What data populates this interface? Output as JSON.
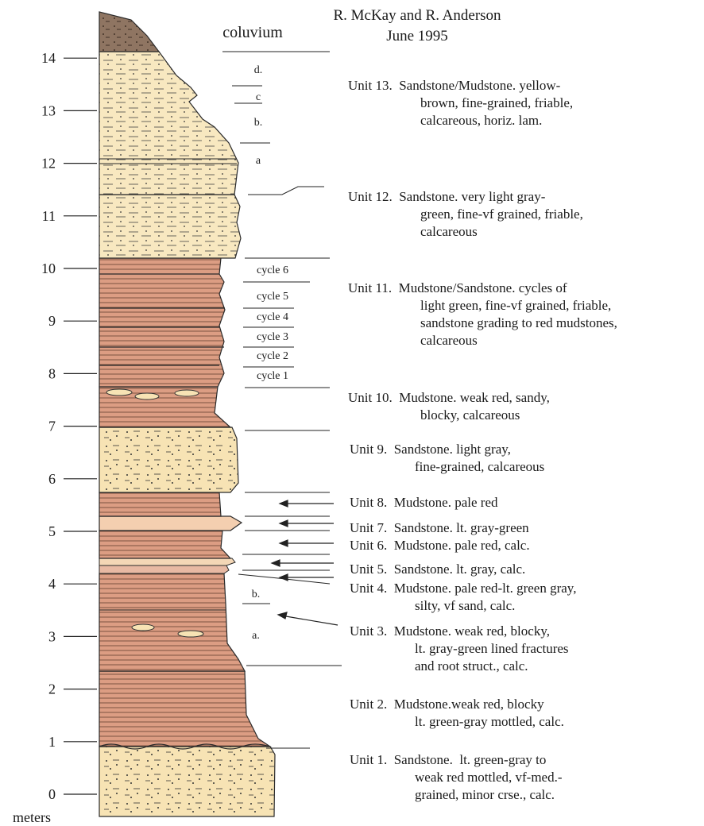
{
  "header": {
    "authors": "R. McKay and R. Anderson",
    "date": "June 1995"
  },
  "axis": {
    "unit_label": "meters",
    "ticks": [
      "0",
      "1",
      "2",
      "3",
      "4",
      "5",
      "6",
      "7",
      "8",
      "9",
      "10",
      "11",
      "12",
      "13",
      "14"
    ]
  },
  "column_labels": {
    "coluvium": "coluvium",
    "unit13_subunits": [
      "d.",
      "c",
      "b.",
      "a"
    ],
    "unit11_cycles": [
      "cycle 6",
      "cycle 5",
      "cycle 4",
      "cycle 3",
      "cycle 2",
      "cycle 1"
    ],
    "unit3_subunits": [
      "b.",
      "a."
    ]
  },
  "units": [
    {
      "id": 13,
      "lines": [
        "Unit 13.  Sandstone/Mudstone. yellow-",
        "brown, fine-grained, friable,",
        "calcareous, horiz. lam."
      ]
    },
    {
      "id": 12,
      "lines": [
        "Unit 12.  Sandstone. very light gray-",
        "green, fine-vf grained, friable,",
        "calcareous"
      ]
    },
    {
      "id": 11,
      "lines": [
        "Unit 11.  Mudstone/Sandstone. cycles of",
        "light green, fine-vf grained, friable,",
        "sandstone grading to red mudstones,",
        "calcareous"
      ]
    },
    {
      "id": 10,
      "lines": [
        "Unit 10.  Mudstone. weak red, sandy,",
        "blocky, calcareous"
      ]
    },
    {
      "id": 9,
      "lines": [
        "Unit 9.  Sandstone. light gray,",
        "fine-grained, calcareous"
      ]
    },
    {
      "id": 8,
      "lines": [
        "Unit 8.  Mudstone. pale red"
      ]
    },
    {
      "id": 7,
      "lines": [
        "Unit 7.  Sandstone. lt. gray-green"
      ]
    },
    {
      "id": 6,
      "lines": [
        "Unit 6.  Mudstone. pale red, calc."
      ]
    },
    {
      "id": 5,
      "lines": [
        "Unit 5.  Sandstone. lt. gray, calc."
      ]
    },
    {
      "id": 4,
      "lines": [
        "Unit 4.  Mudstone. pale red-lt. green gray,",
        "silty, vf sand, calc."
      ]
    },
    {
      "id": 3,
      "lines": [
        "Unit 3.  Mudstone. weak red, blocky,",
        "lt. gray-green lined fractures",
        "and root struct., calc."
      ]
    },
    {
      "id": 2,
      "lines": [
        "Unit 2.  Mudstone.weak red, blocky",
        "lt. green-gray mottled, calc."
      ]
    },
    {
      "id": 1,
      "lines": [
        "Unit 1.  Sandstone.  lt. green-gray to",
        "weak red mottled, vf-med.-",
        "grained, minor crse., calc."
      ]
    }
  ],
  "colors": {
    "sand": "#f7e3b4",
    "sand_light": "#f8e8c0",
    "mud": "#dc9d83",
    "mud_dark": "#d9947a",
    "coluvium": "#8f7562",
    "outline": "#2a2a2a"
  }
}
